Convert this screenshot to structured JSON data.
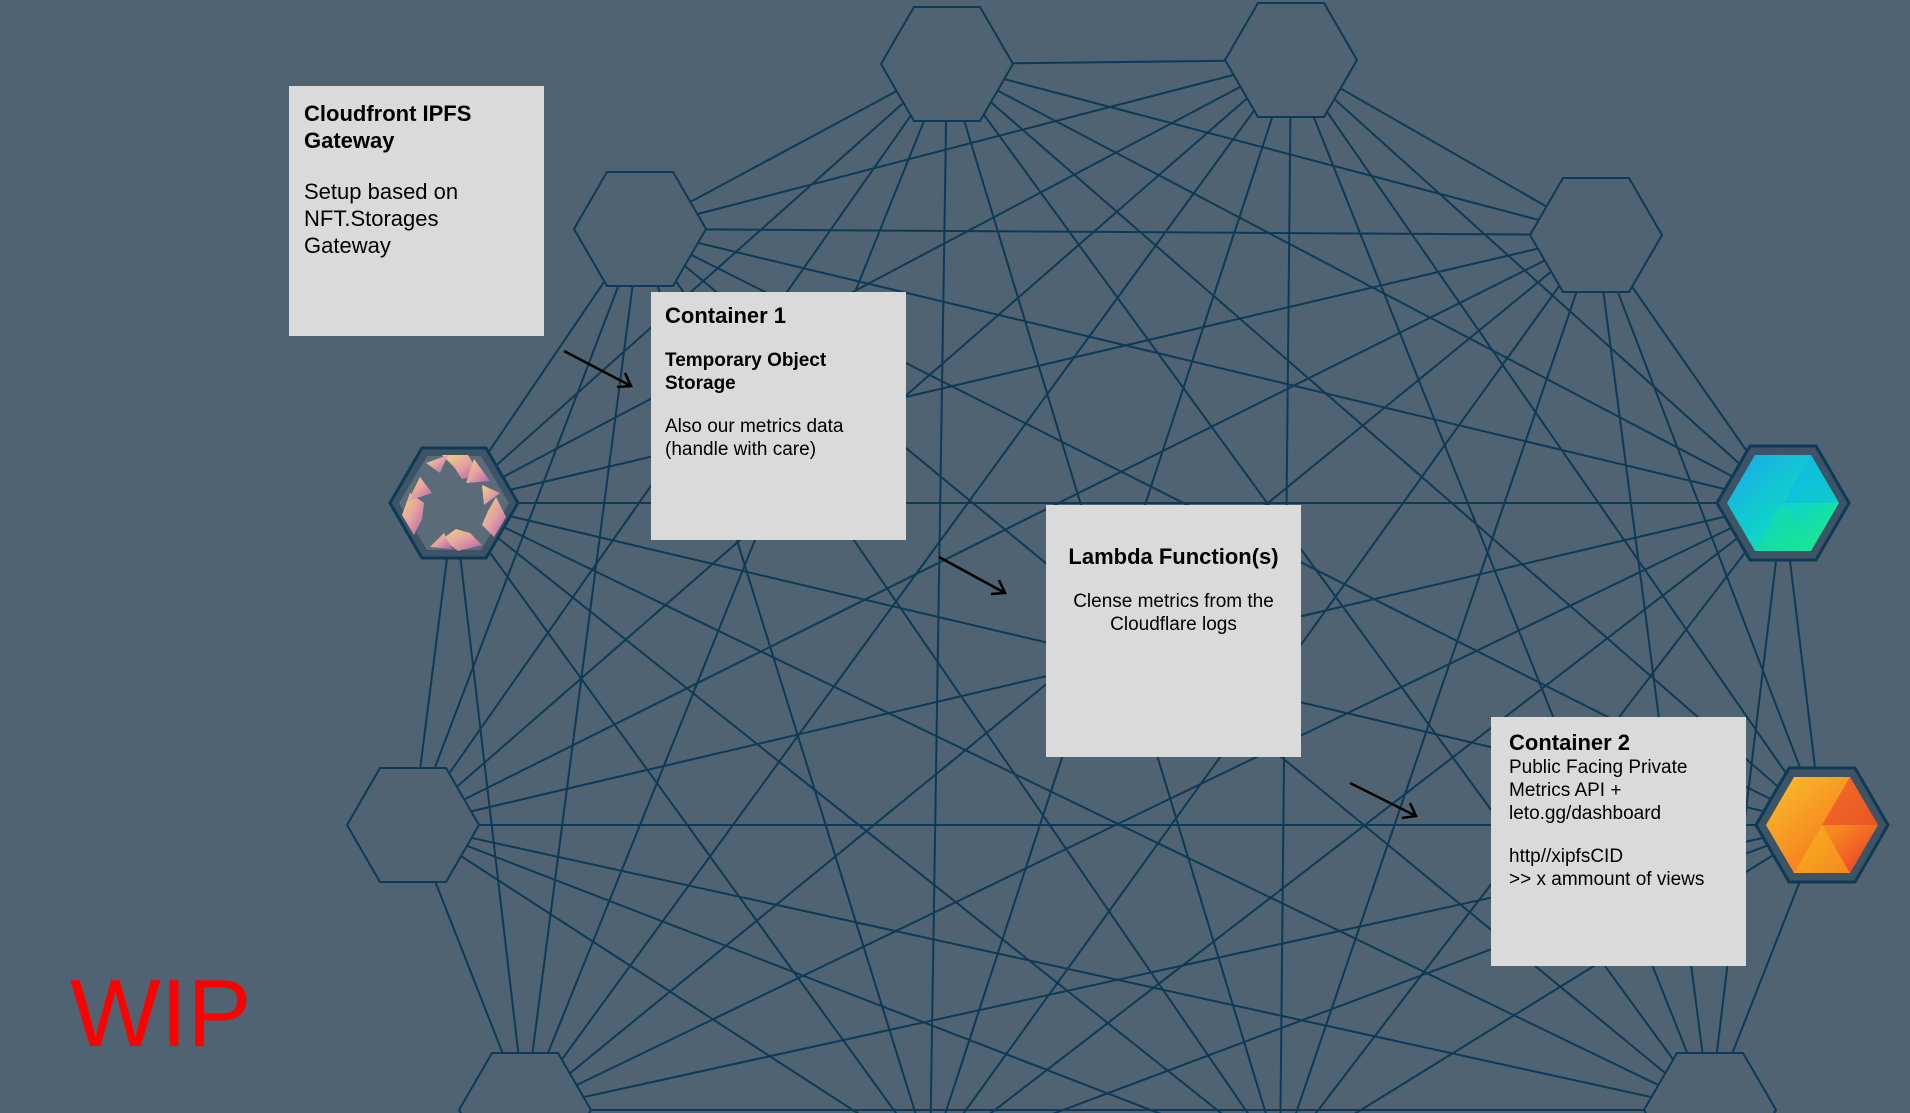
{
  "cards": {
    "cloudfront": {
      "title": "Cloudfront IPFS\nGateway",
      "body": "Setup based on\nNFT.Storages\nGateway"
    },
    "container1": {
      "title": "Container 1",
      "subtitle": "Temporary Object\nStorage",
      "body": "Also our metrics data\n(handle with care)"
    },
    "lambda": {
      "title": "Lambda Function(s)",
      "body": "Clense metrics from the\nCloudflare logs"
    },
    "container2": {
      "title": "Container 2",
      "body": "Public Facing Private\nMetrics API +\nleto.gg/dashboard",
      "note": "http//xipfsCID\n>> x ammount of views"
    }
  },
  "wip_label": "WIP",
  "logos": [
    "recycle-logo",
    "cyan-green-hexagon-logo",
    "orange-red-hexagon-logo"
  ],
  "colors": {
    "background": "#4f6372",
    "network_line": "#0e3a56",
    "card": "#dadada",
    "wip": "#ff0000",
    "arrow": "#000000"
  }
}
